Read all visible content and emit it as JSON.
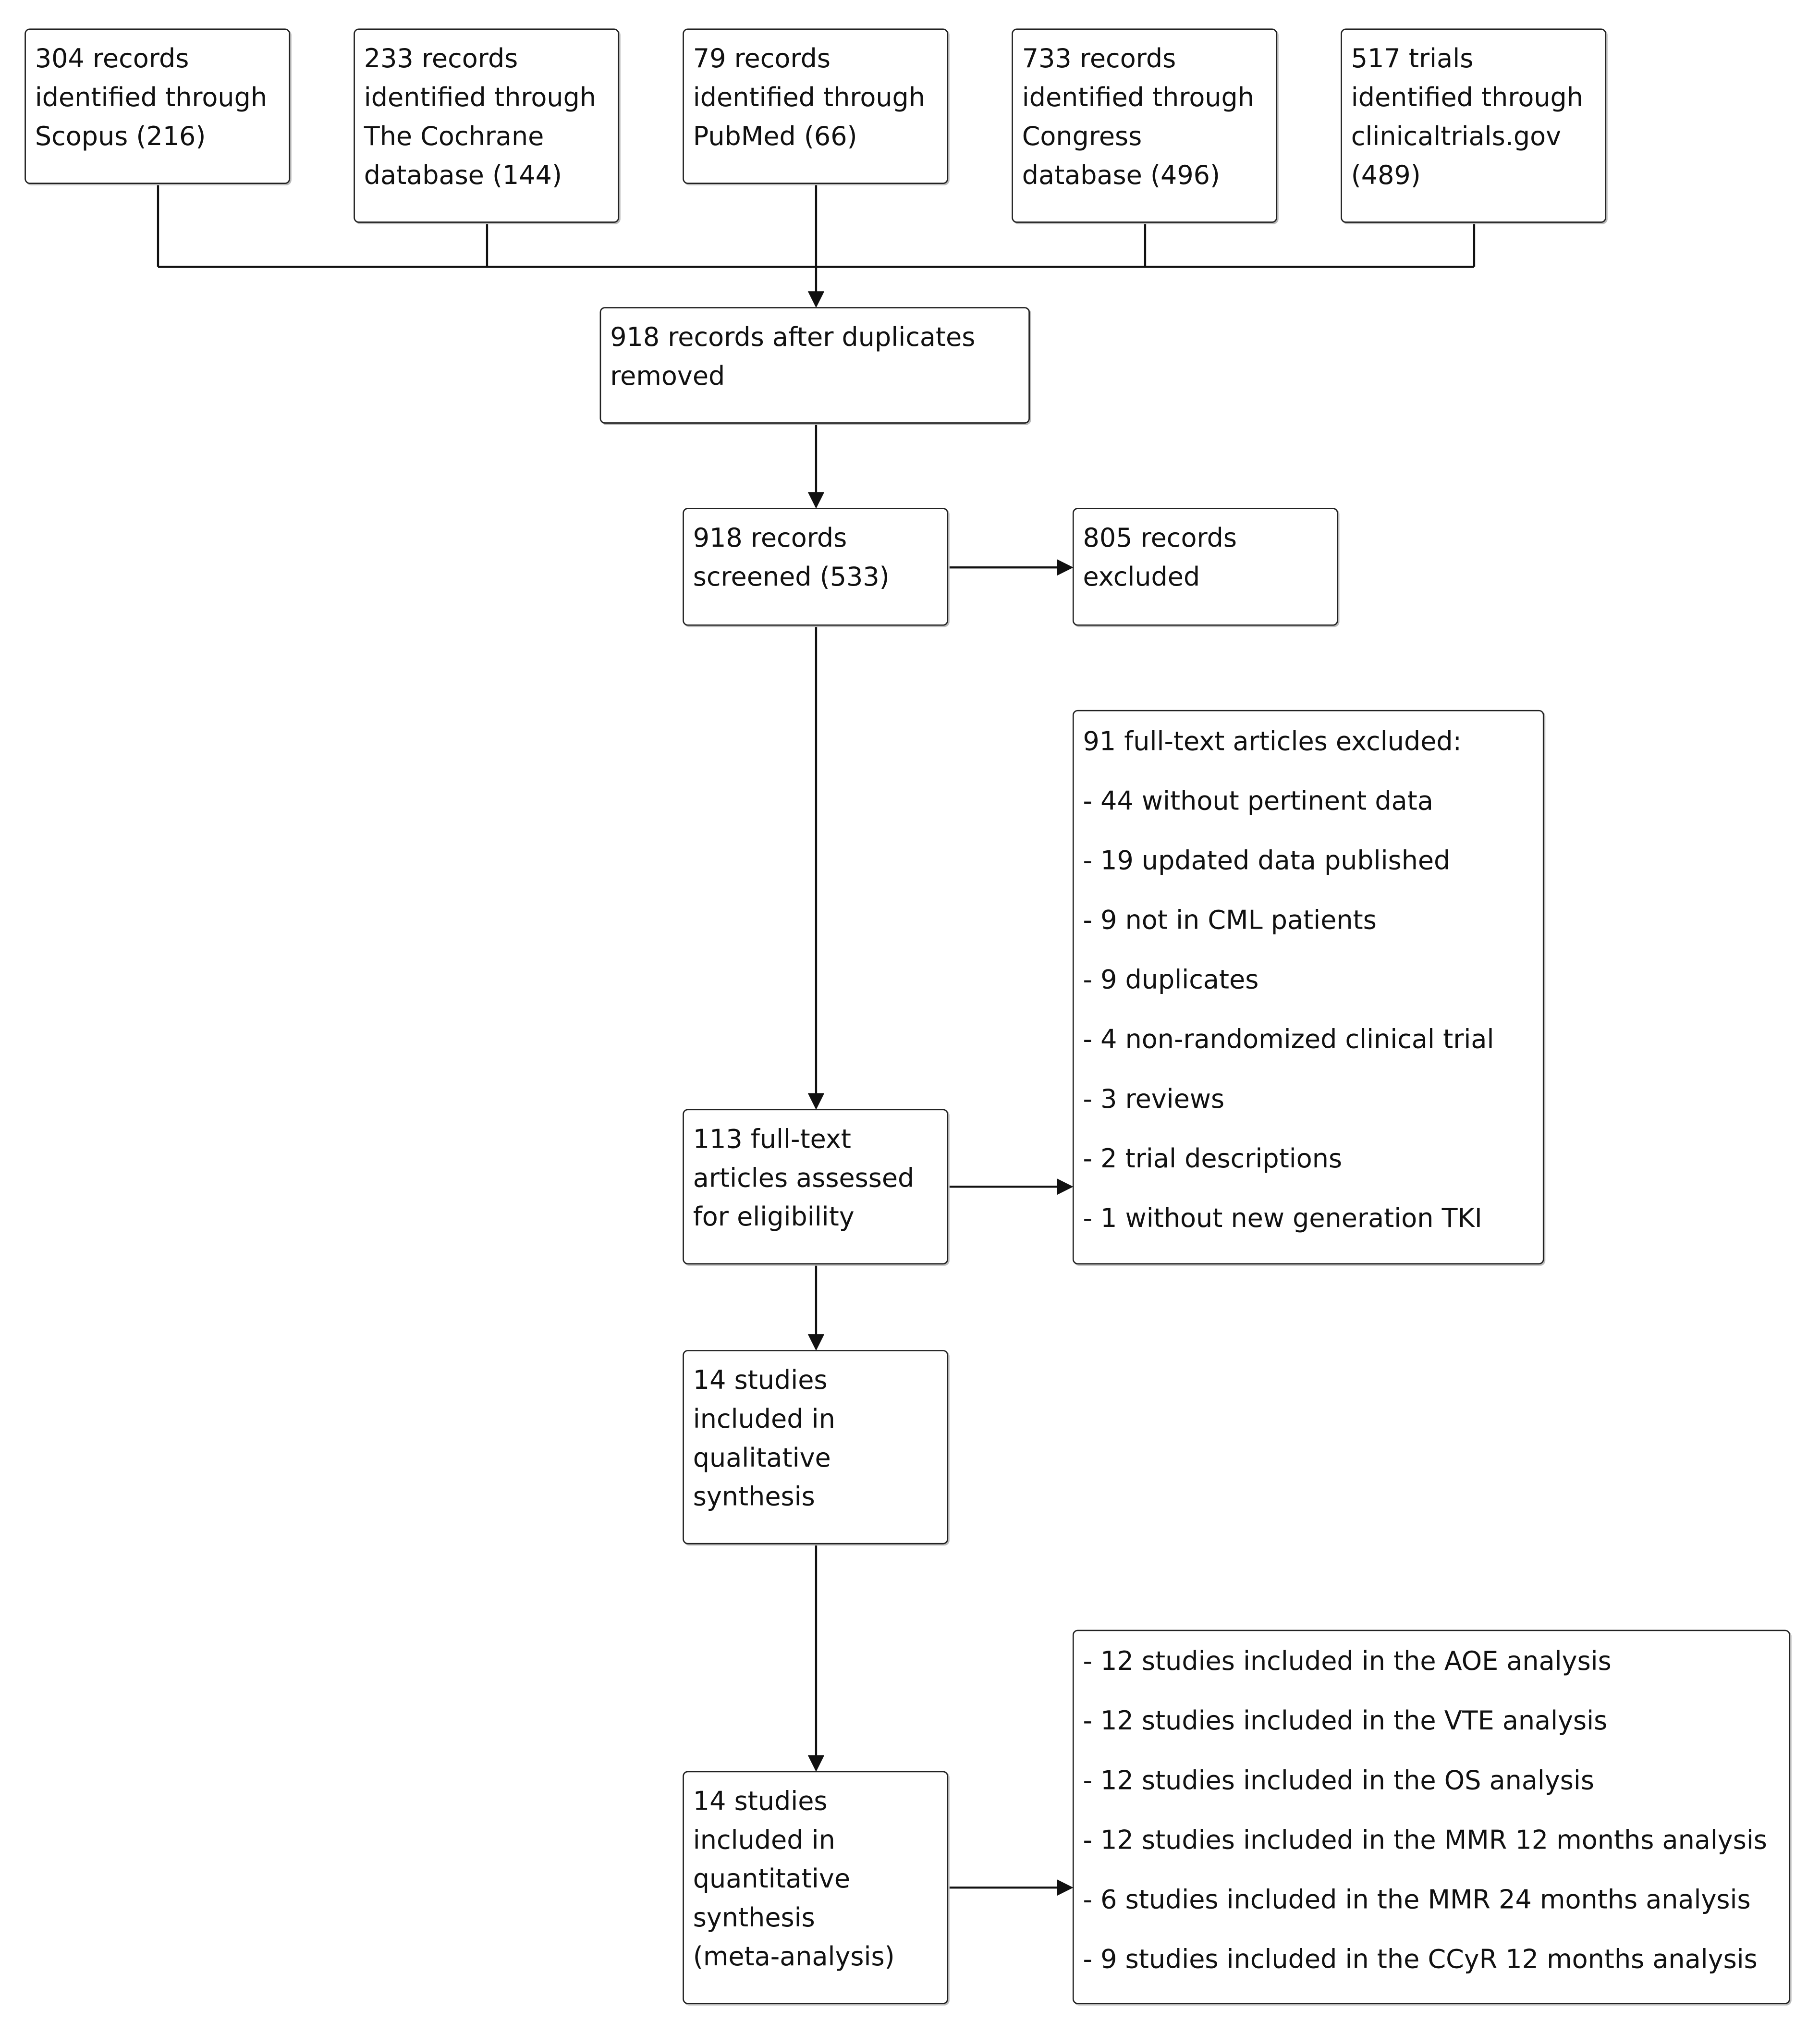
{
  "sources": [
    {
      "lines": [
        "304 records",
        "identified through",
        "Scopus (216)"
      ]
    },
    {
      "lines": [
        "233 records",
        "identified through",
        "The Cochrane",
        "database (144)"
      ]
    },
    {
      "lines": [
        "79 records",
        "identified through",
        "PubMed (66)"
      ]
    },
    {
      "lines": [
        "733 records",
        "identified through",
        "Congress",
        "database (496)"
      ]
    },
    {
      "lines": [
        "517 trials",
        "identified through",
        "clinicaltrials.gov",
        "(489)"
      ]
    }
  ],
  "after_duplicates": {
    "lines": [
      "918 records after duplicates",
      "removed"
    ]
  },
  "screened": {
    "lines": [
      "918 records",
      "screened (533)"
    ]
  },
  "excluded": {
    "lines": [
      "805 records",
      "excluded"
    ]
  },
  "fulltext_excluded": {
    "lines": [
      "91 full-text articles excluded:",
      "- 44 without pertinent data",
      "- 19 updated data published",
      "- 9 not in CML patients",
      "- 9 duplicates",
      "- 4 non-randomized clinical trial",
      "- 3 reviews",
      "- 2 trial descriptions",
      "- 1 without new generation TKI"
    ]
  },
  "eligibility": {
    "lines": [
      "113 full-text",
      "articles assessed",
      "for eligibility"
    ]
  },
  "qualitative": {
    "lines": [
      "14 studies",
      "included in",
      "qualitative",
      "synthesis"
    ]
  },
  "quantitative": {
    "lines": [
      "14 studies",
      "included in",
      "quantitative",
      "synthesis",
      "(meta-analysis)"
    ]
  },
  "analyses": {
    "lines": [
      "- 12 studies included in the AOE analysis",
      "- 12 studies included in the VTE analysis",
      "- 12 studies included in the OS analysis",
      "- 12 studies included in the MMR 12 months analysis",
      "- 6 studies included in the MMR 24 months analysis",
      "- 9 studies included in the CCyR 12 months analysis"
    ]
  }
}
